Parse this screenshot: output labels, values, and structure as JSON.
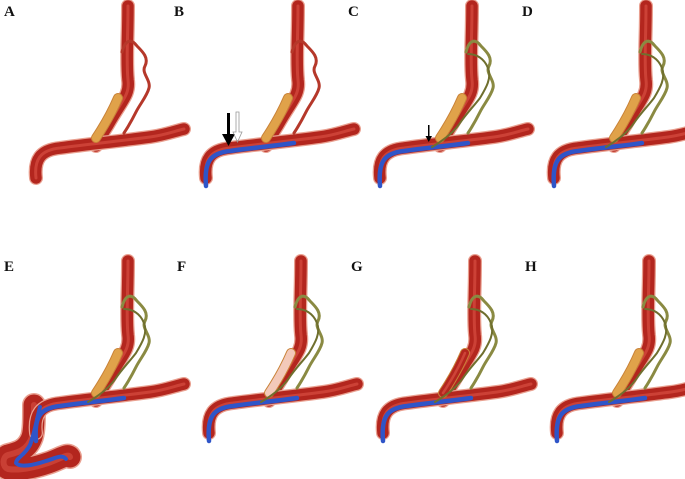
{
  "panels": [
    {
      "label": "A",
      "catheter": false,
      "wire": false,
      "collateral": "red",
      "graft": "orange",
      "arrow": "none",
      "aorta_arch": false
    },
    {
      "label": "B",
      "catheter": true,
      "wire": false,
      "collateral": "red",
      "graft": "orange",
      "arrow": "large",
      "aorta_arch": false
    },
    {
      "label": "C",
      "catheter": true,
      "wire": true,
      "collateral": "olive",
      "graft": "orange",
      "arrow": "small",
      "aorta_arch": false
    },
    {
      "label": "D",
      "catheter": true,
      "wire": true,
      "collateral": "olive",
      "graft": "orange",
      "arrow": "none",
      "aorta_arch": false
    },
    {
      "label": "E",
      "catheter": true,
      "wire": true,
      "collateral": "olive",
      "graft": "orange",
      "arrow": "none",
      "aorta_arch": true
    },
    {
      "label": "F",
      "catheter": true,
      "wire": true,
      "collateral": "olive",
      "graft": "pale",
      "arrow": "none",
      "aorta_arch": false
    },
    {
      "label": "G",
      "catheter": true,
      "wire": true,
      "collateral": "olive",
      "graft": "red",
      "arrow": "none",
      "aorta_arch": false
    },
    {
      "label": "H",
      "catheter": true,
      "wire": true,
      "collateral": "olive",
      "graft": "orange",
      "arrow": "none",
      "aorta_arch": false
    }
  ],
  "colors": {
    "vessel": "#b3261e",
    "vessel_highlight": "#e0584a",
    "vessel_outline": "#e9a090",
    "graft": "#e0a24a",
    "graft_pale": "#f3c9b9",
    "collateral_red": "#b5382a",
    "collateral_olive": "#8a8a42",
    "catheter": "#2f55c8",
    "arrow": "#000000"
  }
}
